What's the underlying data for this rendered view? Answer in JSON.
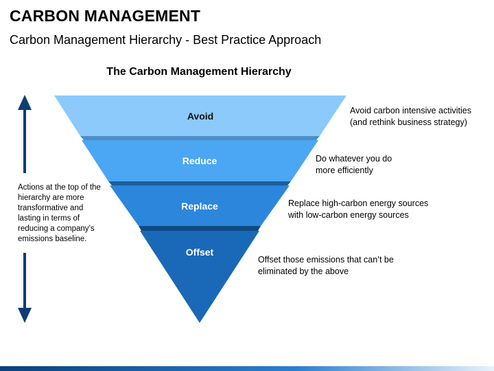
{
  "header": {
    "title": "CARBON MANAGEMENT",
    "subtitle": "Carbon Management Hierarchy - Best Practice Approach"
  },
  "diagram": {
    "title": "The Carbon Management Hierarchy",
    "side_note": "Actions at the top of the hierarchy are more transformative and lasting in terms of reducing a company’s emissions baseline.",
    "levels": [
      {
        "label": "Avoid",
        "description": "Avoid carbon intensive activities (and rethink business strategy)",
        "color": "#8ccafc",
        "shadow": "#4e8fc6",
        "label_color": "#111111"
      },
      {
        "label": "Reduce",
        "description": "Do whatever you do more efficiently",
        "color": "#4ba6f4",
        "shadow": "#1c5e99",
        "label_color": "#ffffff"
      },
      {
        "label": "Replace",
        "description": "Replace high-carbon energy sources with low-carbon energy sources",
        "color": "#2b86dc",
        "shadow": "#0e4a80",
        "label_color": "#ffffff"
      },
      {
        "label": "Offset",
        "description": "Offset those emissions that can’t be eliminated by the above",
        "color": "#1a68b8",
        "shadow": "#0a3a6a",
        "label_color": "#ffffff"
      }
    ],
    "arrow_color": "#0d3d73"
  }
}
